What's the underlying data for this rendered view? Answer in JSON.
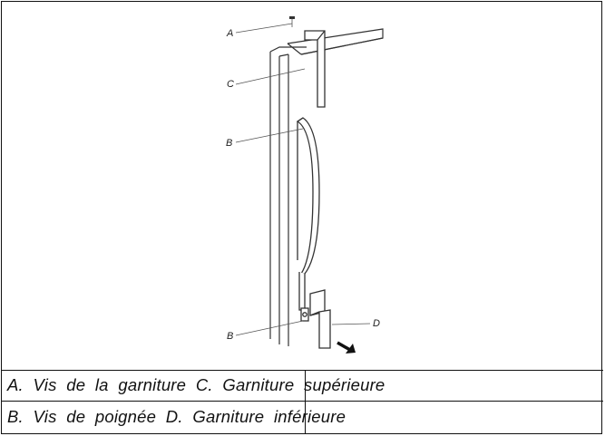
{
  "figure": {
    "callouts": [
      {
        "id": "A",
        "label": "A"
      },
      {
        "id": "C",
        "label": "C"
      },
      {
        "id": "B1",
        "label": "B"
      },
      {
        "id": "B2",
        "label": "B"
      },
      {
        "id": "D",
        "label": "D"
      }
    ]
  },
  "caption": {
    "rows": [
      "A.  Vis  de  la  garniture  C.  Garniture  supérieure",
      "B.  Vis  de  poignée  D.  Garniture  inférieure"
    ]
  }
}
